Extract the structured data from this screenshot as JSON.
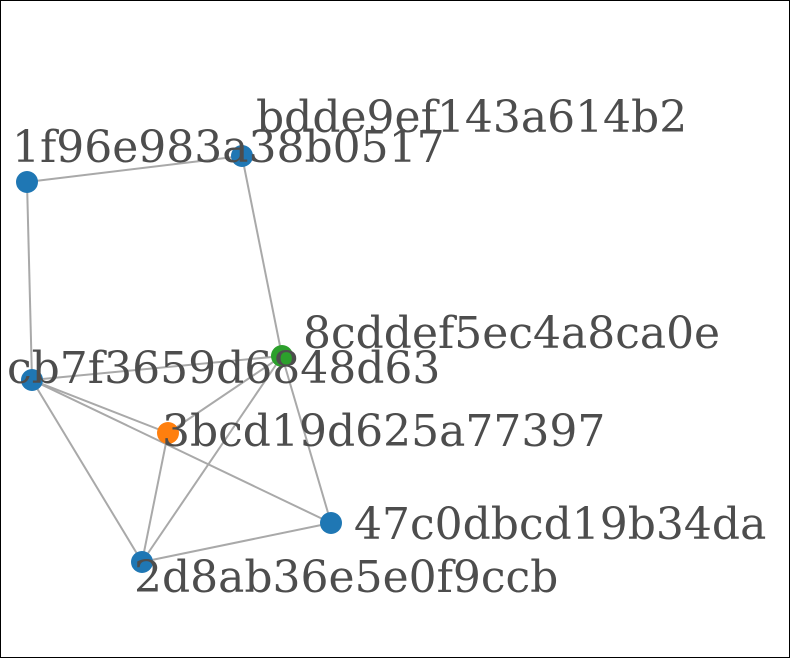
{
  "graph": {
    "colors": {
      "edge": "#a9a9a9",
      "label": "#4d4d4d",
      "blue": "#1f77b4",
      "orange": "#ff7f0e",
      "green": "#2ca02c"
    },
    "nodes": [
      {
        "id": "1f96e983a38b0517",
        "label": "1f96e983a38b0517",
        "color": "#1f77b4"
      },
      {
        "id": "bdde9ef143a614b2",
        "label": "bdde9ef143a614b2",
        "color": "#1f77b4"
      },
      {
        "id": "8cddef5ec4a8ca0e",
        "label": "8cddef5ec4a8ca0e",
        "color": "#2ca02c"
      },
      {
        "id": "cb7f3659d6848d63",
        "label": "cb7f3659d6848d63",
        "color": "#1f77b4"
      },
      {
        "id": "3bcd19d625a77397",
        "label": "3bcd19d625a77397",
        "color": "#ff7f0e"
      },
      {
        "id": "47c0dbcd19b34da",
        "label": "47c0dbcd19b34da",
        "color": "#1f77b4"
      },
      {
        "id": "2d8ab36e5e0f9ccb",
        "label": "2d8ab36e5e0f9ccb",
        "color": "#1f77b4"
      }
    ],
    "edges": [
      [
        "1f96e983a38b0517",
        "bdde9ef143a614b2"
      ],
      [
        "1f96e983a38b0517",
        "cb7f3659d6848d63"
      ],
      [
        "bdde9ef143a614b2",
        "8cddef5ec4a8ca0e"
      ],
      [
        "cb7f3659d6848d63",
        "8cddef5ec4a8ca0e"
      ],
      [
        "cb7f3659d6848d63",
        "3bcd19d625a77397"
      ],
      [
        "cb7f3659d6848d63",
        "47c0dbcd19b34da"
      ],
      [
        "cb7f3659d6848d63",
        "2d8ab36e5e0f9ccb"
      ],
      [
        "8cddef5ec4a8ca0e",
        "3bcd19d625a77397"
      ],
      [
        "8cddef5ec4a8ca0e",
        "47c0dbcd19b34da"
      ],
      [
        "8cddef5ec4a8ca0e",
        "2d8ab36e5e0f9ccb"
      ],
      [
        "3bcd19d625a77397",
        "2d8ab36e5e0f9ccb"
      ],
      [
        "47c0dbcd19b34da",
        "2d8ab36e5e0f9ccb"
      ]
    ]
  }
}
